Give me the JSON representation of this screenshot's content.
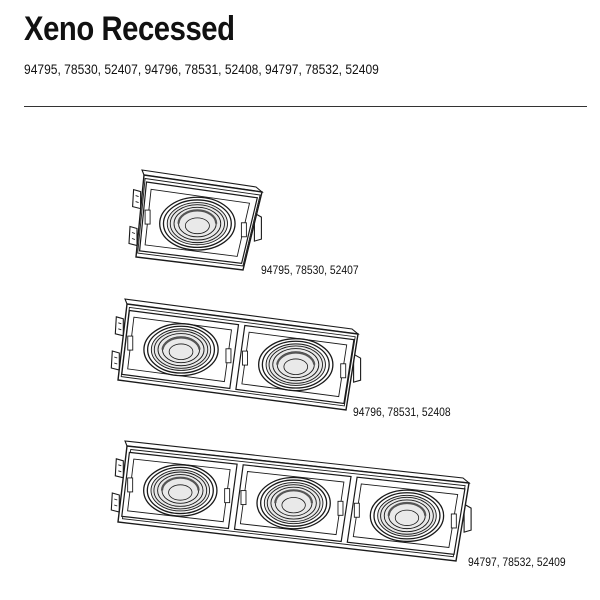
{
  "header": {
    "title": "Xeno Recessed",
    "codes": "94795, 78530, 52407, 94796, 78531, 52408, 94797, 78532, 52409"
  },
  "products": [
    {
      "caption": "94795, 78530, 52407",
      "lamps": 1
    },
    {
      "caption": "94796, 78531, 52408",
      "lamps": 2
    },
    {
      "caption": "94797, 78532, 52409",
      "lamps": 3
    }
  ],
  "colors": {
    "line": "#1a1a1a",
    "shade": "#555555",
    "background": "#ffffff"
  }
}
